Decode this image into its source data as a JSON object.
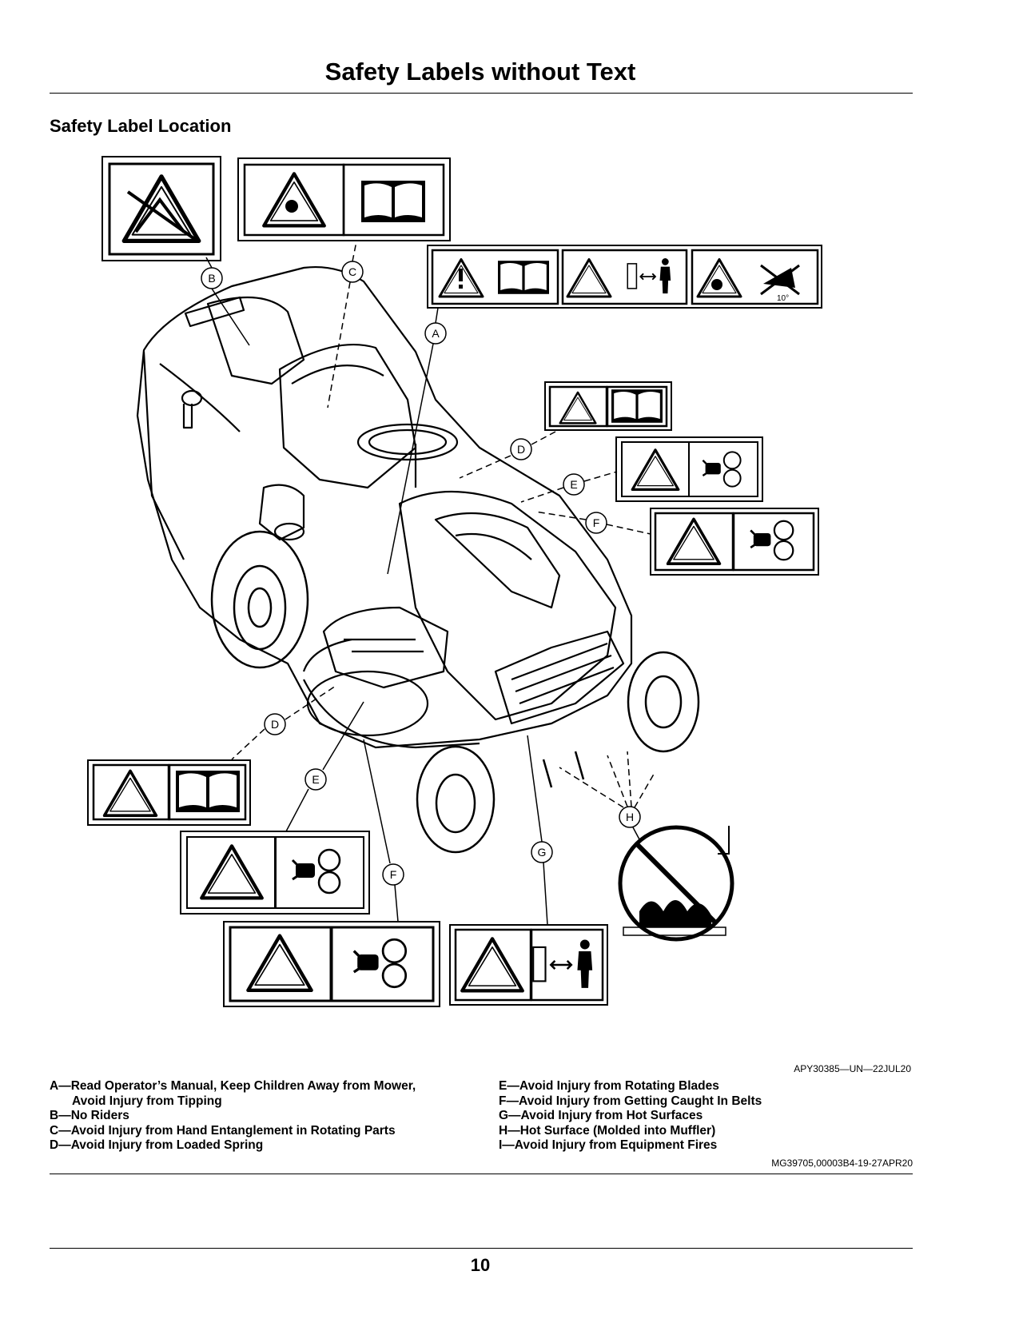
{
  "page": {
    "title": "Safety Labels without Text",
    "section_heading": "Safety Label Location",
    "figure_code": "APY30385—UN—22JUL20",
    "document_code": "MG39705,00003B4-19-27APR20",
    "page_number": "10"
  },
  "callout_letters": [
    "A",
    "B",
    "C",
    "D",
    "E",
    "F",
    "G",
    "H"
  ],
  "legend": {
    "left": [
      {
        "line": "A—Read Operator’s Manual, Keep Children Away from Mower,",
        "cont": "Avoid Injury from Tipping"
      },
      {
        "line": "B—No Riders"
      },
      {
        "line": "C—Avoid Injury from Hand Entanglement in Rotating Parts"
      },
      {
        "line": "D—Avoid Injury from Loaded Spring"
      }
    ],
    "right": [
      {
        "line": "E—Avoid Injury from Rotating Blades"
      },
      {
        "line": "F—Avoid Injury from Getting Caught In Belts"
      },
      {
        "line": "G—Avoid Injury from Hot Surfaces"
      },
      {
        "line": "H—Hot Surface (Molded into Muffler)"
      },
      {
        "line": "I—Avoid Injury from Equipment Fires"
      }
    ]
  },
  "figure_icons": {
    "label_b": [
      "no-riders-icon"
    ],
    "label_c": [
      "hand-entanglement-warning-icon",
      "operators-manual-icon"
    ],
    "label_a": [
      "general-warning-icon",
      "operators-manual-icon",
      "keep-children-away-warning-icon",
      "keep-distance-icon",
      "tipping-warning-icon",
      "slope-limit-icon"
    ],
    "label_d": [
      "loaded-spring-warning-icon",
      "operators-manual-icon"
    ],
    "label_e": [
      "rotating-blades-warning-icon",
      "blade-rotation-icon"
    ],
    "label_f": [
      "belt-entanglement-warning-icon",
      "belt-guard-icon"
    ],
    "label_g": [
      "hot-surface-warning-icon",
      "keep-distance-icon"
    ],
    "label_h": [
      "no-fire-icon"
    ],
    "machine": [
      "riding-mower-illustration"
    ]
  }
}
